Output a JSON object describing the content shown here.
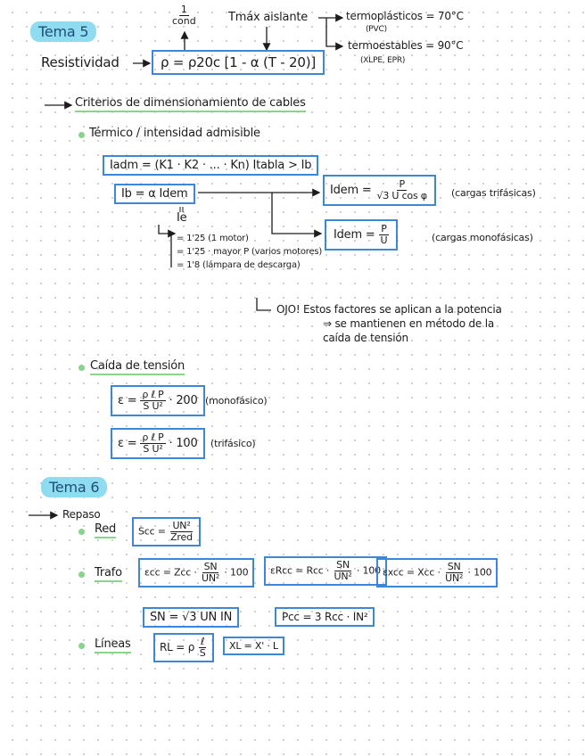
{
  "tema5": {
    "title": "Tema 5",
    "cond_num": "1",
    "cond_den": "cond",
    "tmax_label": "Tmáx aislante",
    "termoplasticos": "termoplásticos = 70°C",
    "termoplasticos_note": "(PVC)",
    "termoestables": "termoestables = 90°C",
    "termoestables_note": "(XLPE, EPR)",
    "resistividad_label": "Resistividad",
    "resistividad_formula": "ρ = ρ20c [1 - α (T - 20)]",
    "criterios_heading": "Criterios de dimensionamiento de cables",
    "termico_heading": "Térmico / intensidad admisible",
    "iadm_formula": "Iadm = (K1 · K2 · ... · Kn) Itabla > Ib",
    "ib_formula": "Ib = α Idem",
    "ie_symbol": "Ie",
    "idem_tri_lhs": "Idem =",
    "idem_tri_num": "P",
    "idem_tri_den": "√3 U cos φ",
    "idem_tri_note": "(cargas trifásicas)",
    "idem_mono_lhs": "Idem =",
    "idem_mono_num": "P",
    "idem_mono_den": "U",
    "idem_mono_note": "(cargas monofásicas)",
    "factor_1": "= 1'25  (1 motor)",
    "factor_2": "= 1'25 · mayor P  (varios motores)",
    "factor_3": "= 1'8  (lámpara de descarga)",
    "ojo_line1": "OJO! Estos factores se aplican a la potencia",
    "ojo_line2": "⇒ se mantienen en método de la",
    "ojo_line3": "caída de tensión",
    "caida_heading": "Caída de tensión",
    "eps_mono_lhs": "ε =",
    "eps_mono_num": "ρ ℓ P",
    "eps_mono_den": "S U²",
    "eps_mono_tail": "· 200",
    "eps_mono_note": "(monofásico)",
    "eps_tri_lhs": "ε =",
    "eps_tri_num": "ρ ℓ P",
    "eps_tri_den": "S U²",
    "eps_tri_tail": "· 100",
    "eps_tri_note": "(trifásico)"
  },
  "tema6": {
    "title": "Tema 6",
    "repaso": "Repaso",
    "red_label": "Red",
    "scc_lhs": "Scc =",
    "scc_num": "UN²",
    "scc_den": "Zred",
    "trafo_label": "Trafo",
    "ecc_lhs": "εcc = Zcc ·",
    "ecc_num": "SN",
    "ecc_den": "UN²",
    "ecc_tail": "· 100",
    "erec_lhs": "εRcc = Rcc ·",
    "erec_num": "SN",
    "erec_den": "UN²",
    "erec_tail": "· 100",
    "excc_lhs": "εxcc = Xcc ·",
    "excc_num": "SN",
    "excc_den": "UN²",
    "excc_tail": "· 100",
    "sn_formula": "SN = √3 UN IN",
    "pcc_formula": "Pcc = 3 Rcc · IN²",
    "lineas_label": "Líneas",
    "rl_lhs": "RL = ρ",
    "rl_num": "ℓ",
    "rl_den": "S",
    "xl_formula": "XL = X' · L"
  },
  "colors": {
    "box_border": "#3d86d8",
    "title_bg": "#8fdcf0",
    "highlight": "#8bd38b"
  }
}
